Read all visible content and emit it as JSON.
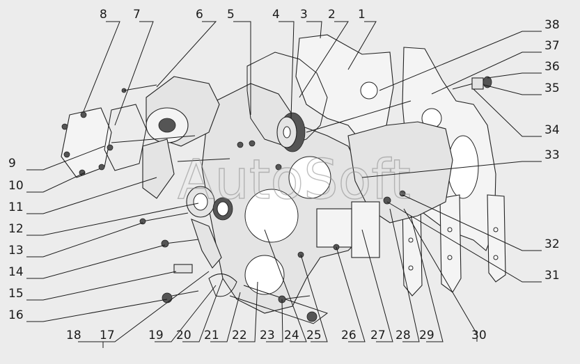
{
  "diagram": {
    "watermark": "AutoSoft",
    "callouts": [
      "1",
      "2",
      "3",
      "4",
      "5",
      "6",
      "7",
      "8",
      "9",
      "10",
      "11",
      "12",
      "13",
      "14",
      "15",
      "16",
      "17",
      "18",
      "19",
      "20",
      "21",
      "22",
      "23",
      "24",
      "25",
      "26",
      "27",
      "28",
      "29",
      "30",
      "31",
      "32",
      "33",
      "34",
      "35",
      "36",
      "37",
      "38"
    ]
  }
}
